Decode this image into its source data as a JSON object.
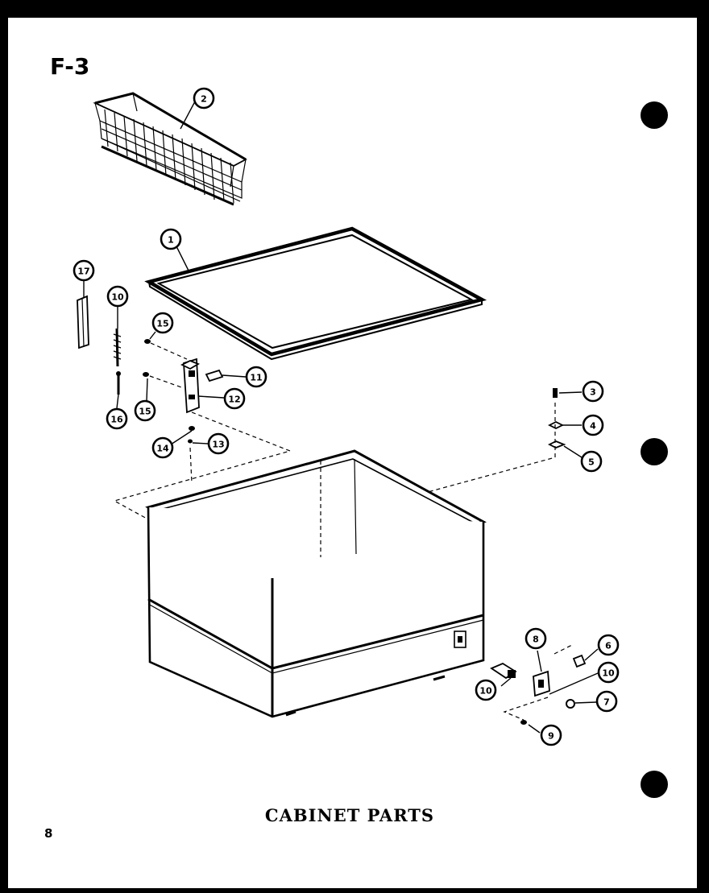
{
  "figure_id": "F-3",
  "caption": "CABINET PARTS",
  "page_number": "8",
  "callouts": {
    "c1": "1",
    "c2": "2",
    "c3": "3",
    "c4": "4",
    "c5": "5",
    "c6": "6",
    "c7": "7",
    "c8": "8",
    "c9": "9",
    "c10a": "10",
    "c10b": "10",
    "c10c": "10",
    "c11": "11",
    "c12": "12",
    "c13": "13",
    "c14": "14",
    "c15a": "15",
    "c15b": "15",
    "c16": "16",
    "c17": "17"
  },
  "colors": {
    "ink": "#000000",
    "paper": "#ffffff",
    "border": "#000000"
  }
}
